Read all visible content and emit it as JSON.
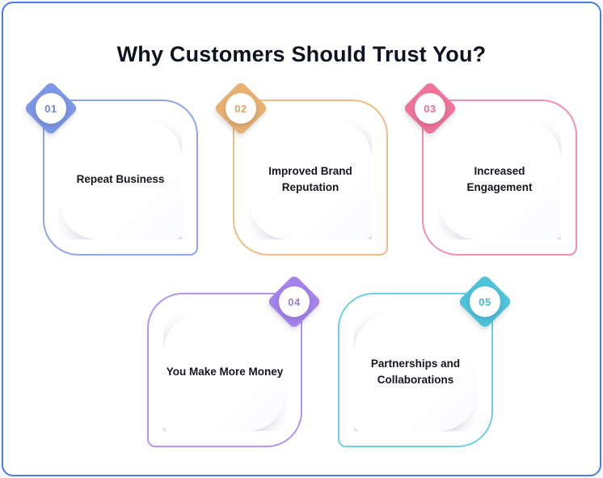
{
  "page": {
    "title": "Why Customers Should Trust You?"
  },
  "frame": {
    "border_color": "#4C7CE2",
    "background": "#FFFFFF"
  },
  "cards": [
    {
      "number": "01",
      "label": "Repeat Business",
      "badge_position": "top-left",
      "accent_color": "#7D97E7",
      "outline_color": "#8FA5EC",
      "number_color": "#7187D8"
    },
    {
      "number": "02",
      "label": "Improved Brand Reputation",
      "badge_position": "top-left",
      "accent_color": "#E9B171",
      "outline_color": "#EEBD83",
      "number_color": "#DFA262"
    },
    {
      "number": "03",
      "label": "Increased Engagement",
      "badge_position": "top-left",
      "accent_color": "#F1749A",
      "outline_color": "#F48FAF",
      "number_color": "#EE6D94"
    },
    {
      "number": "04",
      "label": "You Make More Money",
      "badge_position": "top-right",
      "accent_color": "#A583ED",
      "outline_color": "#B394F1",
      "number_color": "#9982D9"
    },
    {
      "number": "05",
      "label": "Partnerships and Collaborations",
      "badge_position": "top-right",
      "accent_color": "#4EC3DB",
      "outline_color": "#6ECFE2",
      "number_color": "#48B8CF"
    }
  ]
}
